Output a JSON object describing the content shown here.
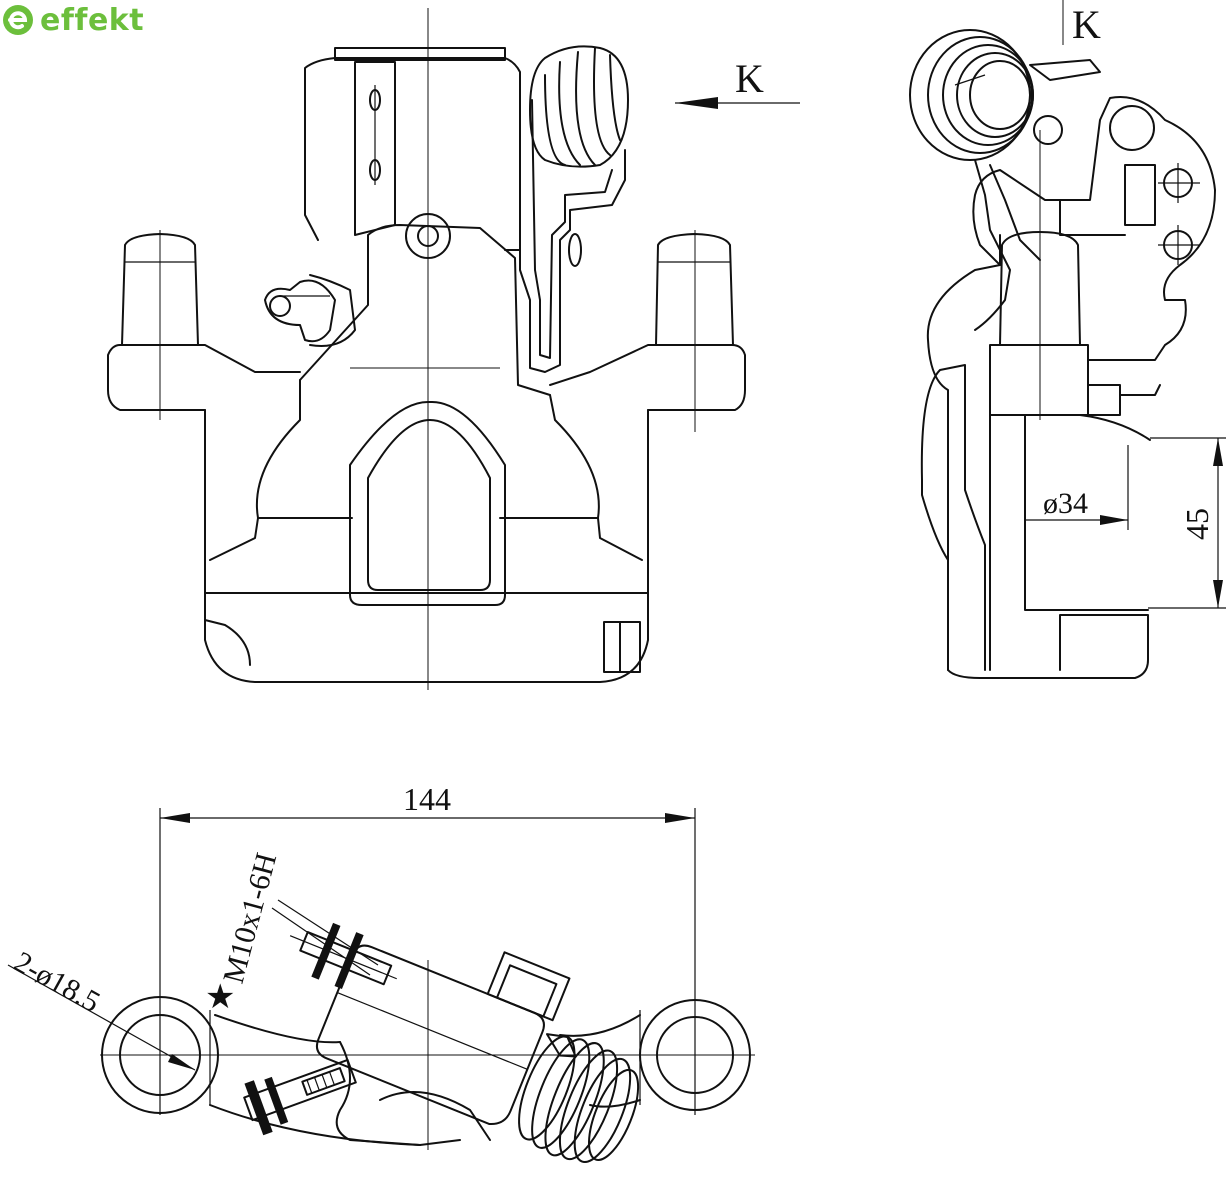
{
  "logo": {
    "text": "effekt",
    "icon": "effekt-e-icon",
    "color": "#6cbf3c"
  },
  "front_view": {
    "view_arrow_label": "K"
  },
  "side_view": {
    "view_label": "K",
    "dim_diameter": "ø34",
    "dim_height": "45"
  },
  "bottom_view": {
    "dim_width": "144",
    "dim_holes": "2-ø18.5",
    "dim_thread": "M10x1-6H",
    "thread_marker": "★"
  }
}
